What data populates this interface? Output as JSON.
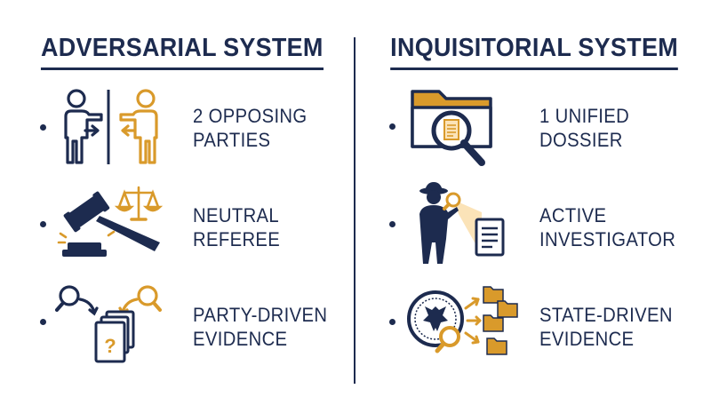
{
  "left": {
    "title": "ADVERSARIAL SYSTEM",
    "items": [
      {
        "icon": "opposing-parties-icon",
        "line1": "2 OPPOSING",
        "line2": "PARTIES"
      },
      {
        "icon": "gavel-scales-icon",
        "line1": "NEUTRAL",
        "line2": "REFEREE"
      },
      {
        "icon": "magnifiers-documents-icon",
        "line1": "PARTY-DRIVEN",
        "line2": "EVIDENCE"
      }
    ]
  },
  "right": {
    "title": "INQUISITORIAL SYSTEM",
    "items": [
      {
        "icon": "folder-magnifier-icon",
        "line1": "1 UNIFIED",
        "line2": "DOSSIER"
      },
      {
        "icon": "detective-document-icon",
        "line1": "ACTIVE",
        "line2": "INVESTIGATOR"
      },
      {
        "icon": "state-seal-folders-icon",
        "line1": "STATE-DRIVEN",
        "line2": "EVIDENCE"
      }
    ]
  },
  "colors": {
    "navy": "#1d2b4f",
    "gold": "#d99a2b",
    "paper": "#fbe3b8"
  }
}
